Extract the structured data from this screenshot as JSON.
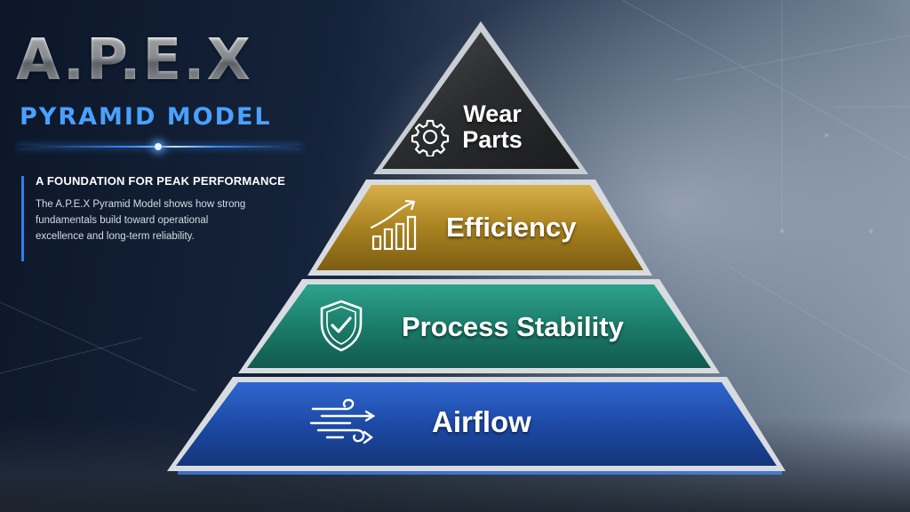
{
  "brand": {
    "title": "A.P.E.X",
    "subtitle": "PYRAMID MODEL"
  },
  "description": {
    "heading": "A FOUNDATION FOR PEAK PERFORMANCE",
    "body": "The A.P.E.X Pyramid Model shows how strong fundamentals build toward operational excellence and long-term reliability."
  },
  "pyramid": {
    "tiers": [
      {
        "label_line1": "Wear",
        "label_line2": "Parts",
        "icon": "gear-icon",
        "color": "#2e2e30"
      },
      {
        "label": "Efficiency",
        "icon": "growth-chart-icon",
        "color": "#b8922a"
      },
      {
        "label": "Process Stability",
        "icon": "shield-check-icon",
        "color": "#1f8a78"
      },
      {
        "label": "Airflow",
        "icon": "wind-icon",
        "color": "#1f4fb0"
      }
    ]
  }
}
